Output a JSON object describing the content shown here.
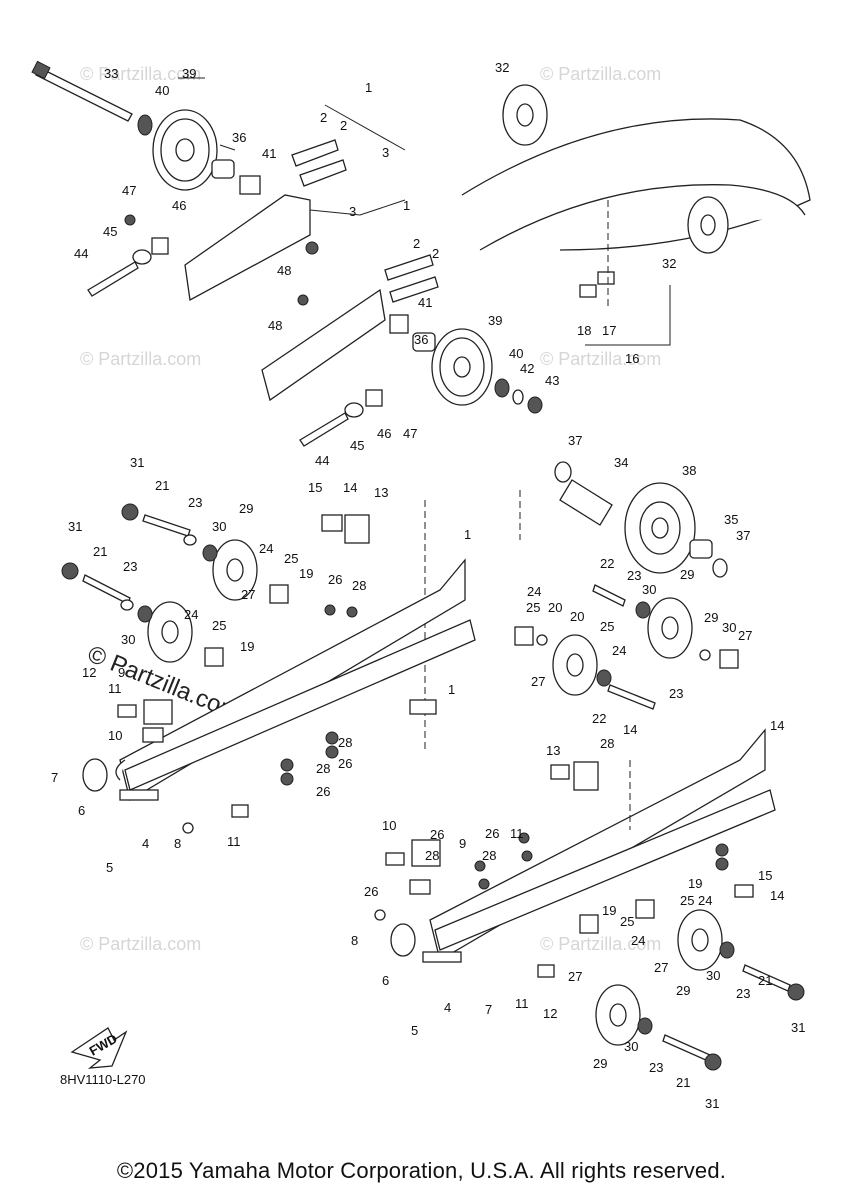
{
  "diagram_code": "8HV1110-L270",
  "copyright": "©2015 Yamaha Motor Corporation, U.S.A. All rights reserved.",
  "fwd_label": "FWD",
  "watermarks": {
    "small": "© Partzilla.com",
    "large": "© Partzilla.com"
  },
  "callouts": [
    "33",
    "39",
    "40",
    "36",
    "41",
    "2",
    "2",
    "1",
    "3",
    "47",
    "46",
    "45",
    "44",
    "48",
    "3",
    "1",
    "2",
    "2",
    "48",
    "41",
    "36",
    "39",
    "40",
    "42",
    "43",
    "45",
    "46",
    "47",
    "44",
    "32",
    "32",
    "18",
    "17",
    "16",
    "37",
    "34",
    "38",
    "35",
    "37",
    "31",
    "21",
    "23",
    "29",
    "30",
    "24",
    "25",
    "19",
    "15",
    "14",
    "13",
    "26",
    "28",
    "31",
    "21",
    "23",
    "27",
    "30",
    "24",
    "25",
    "19",
    "12",
    "11",
    "9",
    "10",
    "7",
    "6",
    "5",
    "4",
    "8",
    "11",
    "28",
    "26",
    "28",
    "26",
    "1",
    "22",
    "23",
    "29",
    "30",
    "24",
    "25",
    "20",
    "20",
    "25",
    "24",
    "29",
    "30",
    "27",
    "27",
    "23",
    "22",
    "14",
    "1",
    "14",
    "13",
    "28",
    "26",
    "28",
    "26",
    "11",
    "9",
    "28",
    "26",
    "10",
    "19",
    "25",
    "24",
    "15",
    "14",
    "19",
    "25",
    "24",
    "8",
    "6",
    "27",
    "27",
    "5",
    "4",
    "7",
    "11",
    "12",
    "29",
    "30",
    "23",
    "21",
    "31",
    "29",
    "30",
    "23",
    "21",
    "31"
  ]
}
